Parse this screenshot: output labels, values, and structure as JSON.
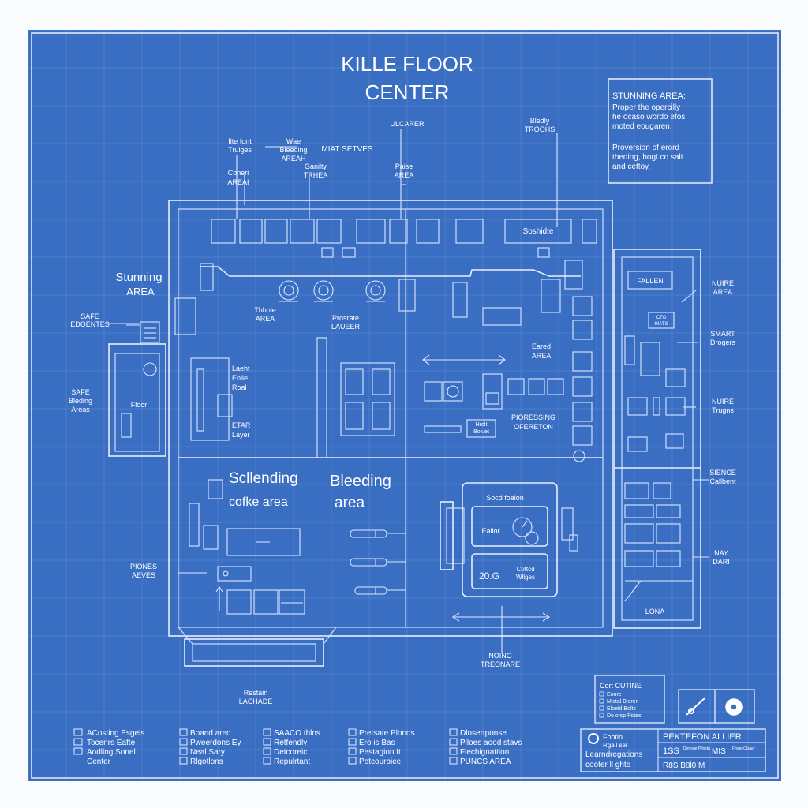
{
  "title_line1": "KILLE FLOOR",
  "title_line2": "CENTER",
  "note": {
    "heading": "STUNNING AREA:",
    "lines": [
      "Proper the opercilly",
      "he ocaso wordo efos",
      "moted eougaren.",
      "Proversion of erord",
      "theding, hogt co salt",
      "and cettoy."
    ]
  },
  "callouts": {
    "top_a": [
      "Ilte font",
      "Trulges"
    ],
    "top_b": [
      "Wae",
      "Bleeding",
      "AREAH"
    ],
    "top_c": "MIAT SETVES",
    "top_d": [
      "Ganilty",
      "TRHEA"
    ],
    "top_e": [
      "Coneri",
      "AREAI"
    ],
    "top_f": "ULCARER",
    "top_g": [
      "Paise",
      "AREA"
    ],
    "top_h": [
      "Bledly",
      "TROOHS"
    ],
    "stunning": [
      "Stunning",
      "AREA"
    ],
    "safe_entries": [
      "SAFE",
      "EDOENTES"
    ],
    "safe_bleeding": [
      "SAFE",
      "Bleding",
      "Areas"
    ],
    "phones": [
      "PIONES",
      "AEVES"
    ],
    "nuire_area": [
      "NUIRE",
      "AREA"
    ],
    "smart_drogers": [
      "SMART",
      "Drogers"
    ],
    "nuire_trugns": [
      "NUIRE",
      "Trugns"
    ],
    "sience": [
      "SIENCE",
      "Callbent"
    ],
    "nay_dari": [
      "NAY",
      "DARI"
    ],
    "noing": [
      "NOING",
      "TREONARE"
    ],
    "restain": [
      "Restain",
      "LACHADE"
    ]
  },
  "rooms": {
    "sashdie": "Soshidte",
    "thanle": [
      "Thhole",
      "AREA"
    ],
    "prostate": [
      "Prosrate",
      "LAUEER"
    ],
    "land": [
      "Laeht",
      "Eoile",
      "Roal"
    ],
    "star": [
      "ETAR",
      "Layer"
    ],
    "floor": "Floor",
    "eared": [
      "Eared",
      "AREA"
    ],
    "processing": [
      "PIORESSING",
      "OFERETON"
    ],
    "small": [
      "Hrolt",
      "Boluet"
    ],
    "scalding": [
      "Scllending",
      "cofke area"
    ],
    "bleeding": [
      "Bleeding",
      "area"
    ],
    "machine_top": "Socd foalon",
    "machine_label": "Eallor",
    "machine_num": "20.G",
    "machine_tag": [
      "Cottcd",
      "Wllges"
    ],
    "fallen": "FALLEN",
    "lona": "LONA",
    "right_tiny": [
      "CTO",
      "HIATS"
    ]
  },
  "legend": {
    "cols": [
      [
        "ACosting Esgels",
        "Tocenrs Eafte",
        "Aodling Sonel",
        "Center"
      ],
      [
        "Boand ared",
        "Pweerdons Ey",
        "Neal Sary",
        "Rlgotlons"
      ],
      [
        "SAACO thlos",
        "Retfendly",
        "Detcoreic",
        "Repulrtant"
      ],
      [
        "Pretsate Plonds",
        "Ero is Bas",
        "Pestagion It",
        "Petcourbiec"
      ],
      [
        "Dlnsertponse",
        "Plloes aood stavs",
        "Fiechignattion",
        "PUNCS AREA"
      ]
    ]
  },
  "keybox": {
    "title": "Cort CUTINE",
    "items": [
      "Eonrc",
      "Mictal Bioren",
      "Eloeld Bolts",
      "Do ofsp Pstes"
    ]
  },
  "titleblock": {
    "left": [
      "Footin",
      "Rgail sel",
      "Learndregations",
      "cooter ll ghts"
    ],
    "head": "PEKTEFON ALLIER",
    "row1a": "1SS",
    "row1b": "Denone Pilnstp",
    "row1c": "MIS",
    "row1d": "Fmue Clsaef",
    "row2": "R8S B8l0 M"
  }
}
